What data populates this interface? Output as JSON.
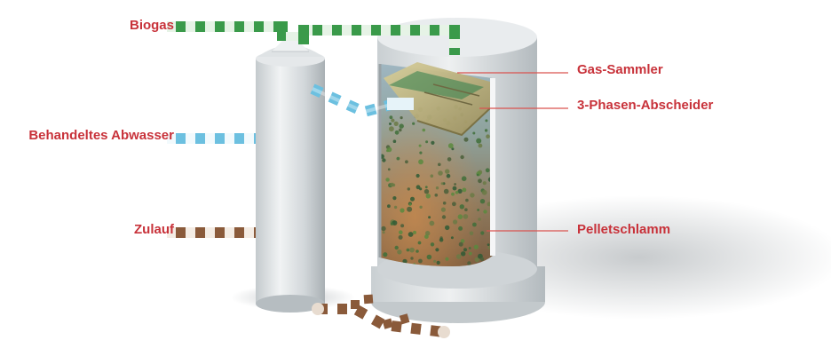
{
  "labels": {
    "biogas": "Biogas",
    "treated_wastewater": "Behandeltes Abwasser",
    "inflow": "Zulauf",
    "gas_collector": "Gas-Sammler",
    "three_phase_separator": "3-Phasen-Abscheider",
    "pellet_sludge": "Pelletschlamm"
  },
  "colors": {
    "label_text": "#c8323a",
    "leader_line": "#d9534f",
    "biogas_pipe": "#3a9a4a",
    "wastewater_pipe": "#6cc0e0",
    "inflow_pipe": "#8a5a3a",
    "vessel": "#d8dde0"
  }
}
